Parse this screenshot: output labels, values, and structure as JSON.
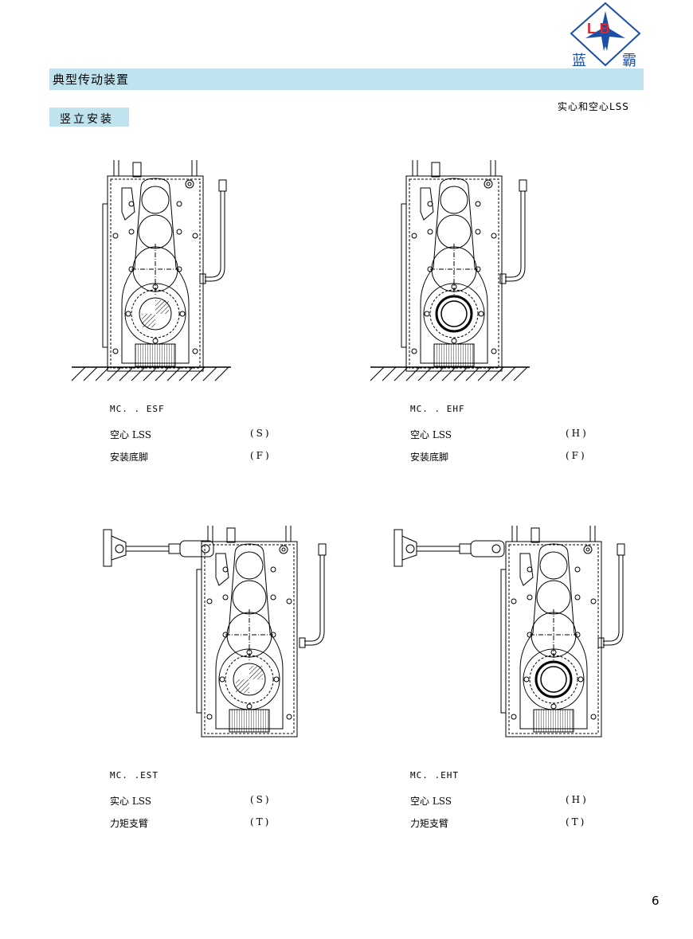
{
  "header": {
    "logo_letters": "L B",
    "logo_text_left": "蓝",
    "logo_text_right": "霸",
    "section_title": "典型传动装置",
    "subsection_title": "竖立安装",
    "note": "实心和空心LSS"
  },
  "figures": [
    {
      "model": "MC.  . ESF",
      "rows": [
        {
          "label": "空心 LSS",
          "code": "(S)"
        },
        {
          "label": "安装底脚",
          "code": "(F)"
        }
      ]
    },
    {
      "model": "MC.  . EHF",
      "rows": [
        {
          "label": "空心 LSS",
          "code": "(H)"
        },
        {
          "label": "安装底脚",
          "code": "(F)"
        }
      ]
    },
    {
      "model": "MC.  .EST",
      "rows": [
        {
          "label": "实心 LSS",
          "code": "(S)"
        },
        {
          "label": "力矩支臂",
          "code": "(T)"
        }
      ]
    },
    {
      "model": "MC.  .EHT",
      "rows": [
        {
          "label": "空心 LSS",
          "code": "(H)"
        },
        {
          "label": "力矩支臂",
          "code": "(T)"
        }
      ]
    }
  ],
  "page_number": "6",
  "colors": {
    "header_bar": "#bfe4ef",
    "logo_blue": "#1b4fa8",
    "logo_red": "#d7282f"
  }
}
